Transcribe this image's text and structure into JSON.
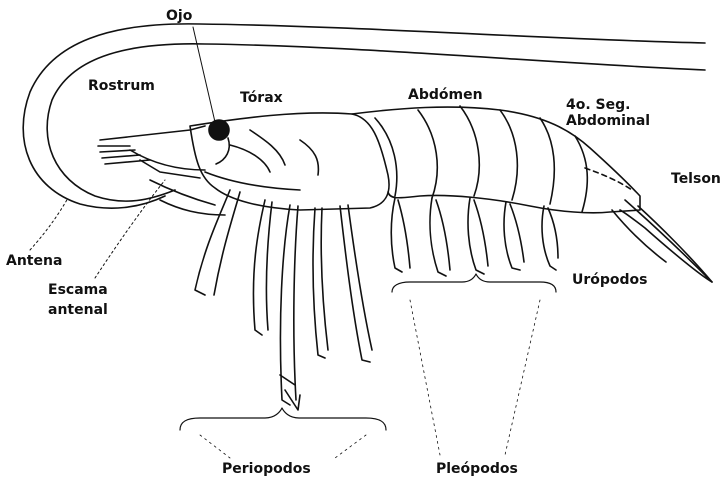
{
  "labels": {
    "ojo": "Ojo",
    "rostrum": "Rostrum",
    "torax": "Tórax",
    "abdomen": "Abdómen",
    "seg_line1": "4o. Seg.",
    "seg_line2": "Abdominal",
    "telson": "Telson",
    "antena": "Antena",
    "escama_line1": "Escama",
    "escama_line2": "antenal",
    "uropodos": "Urópodos",
    "periopodos": "Periopodos",
    "pleopodos": "Pleópodos"
  },
  "colors": {
    "ink": "#111111",
    "background": "#ffffff"
  }
}
